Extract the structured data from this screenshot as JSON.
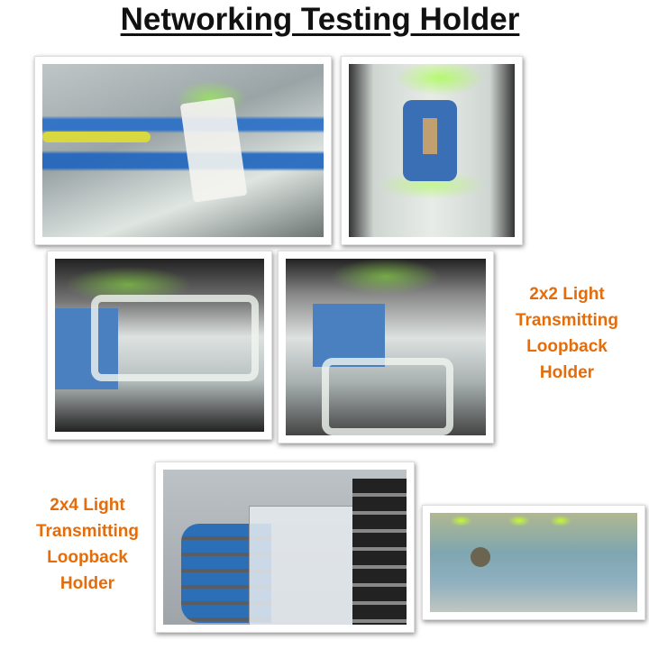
{
  "title": "Networking Testing Holder",
  "labels": {
    "holder_2x2": [
      "2x2 Light",
      "Transmitting",
      "Loopback",
      "Holder"
    ],
    "holder_2x4": [
      "2x4 Light",
      "Transmitting",
      "Loopback",
      "Holder"
    ]
  },
  "colors": {
    "label": "#e46c0a",
    "title": "#111111"
  }
}
